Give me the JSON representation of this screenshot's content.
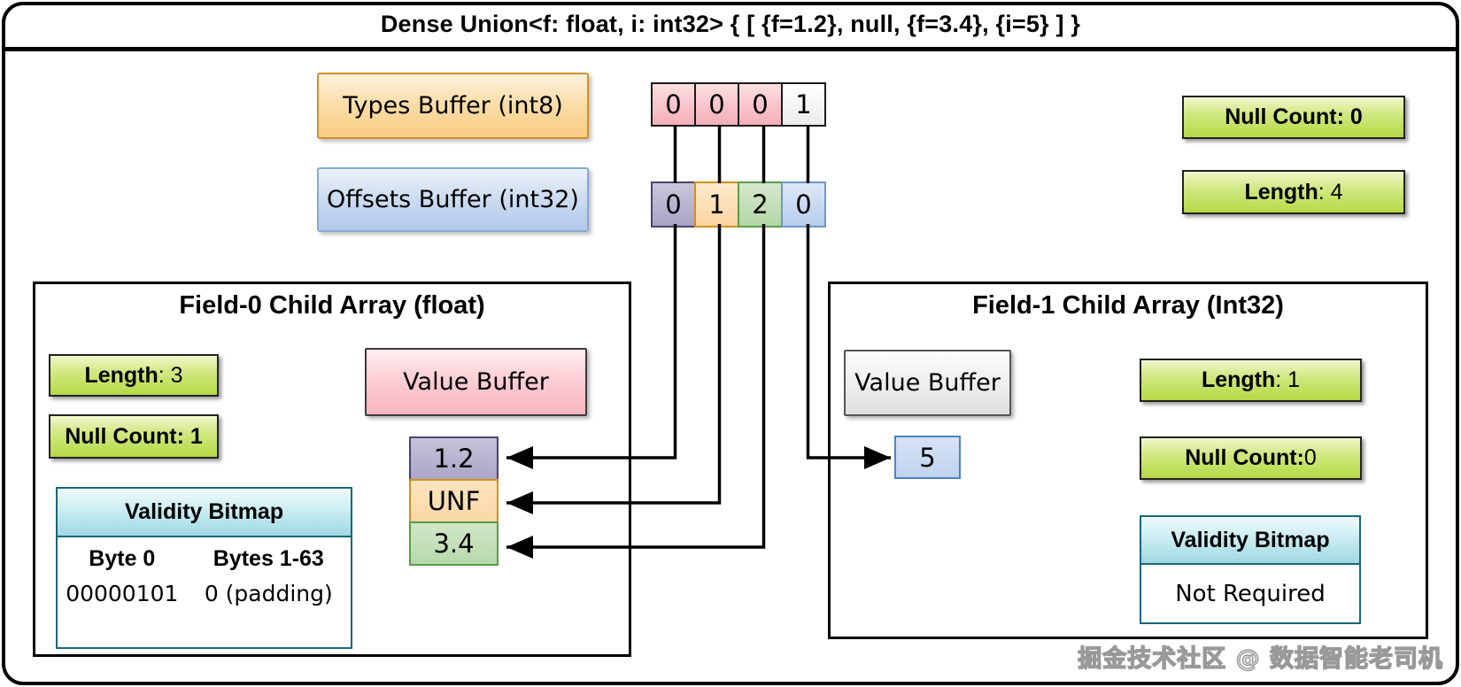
{
  "title": "Dense Union<f: float, i: int32> { [ {f=1.2}, null, {f=3.4}, {i=5} ] }",
  "types_buffer": {
    "label": "Types Buffer (int8)",
    "cells": [
      "0",
      "0",
      "0",
      "1"
    ]
  },
  "offsets_buffer": {
    "label": "Offsets Buffer (int32)",
    "cells": [
      "0",
      "1",
      "2",
      "0"
    ]
  },
  "union_badges": {
    "null_count": {
      "bold": "Null Count: 0",
      "rest": ""
    },
    "length": {
      "bold": "Length",
      "rest": ": 4"
    }
  },
  "field0": {
    "title": "Field-0 Child Array (float)",
    "length_badge": {
      "bold": "Length",
      "rest": ": 3"
    },
    "null_count_badge": {
      "bold": "Null Count: 1",
      "rest": ""
    },
    "value_buffer_label": "Value Buffer",
    "values": [
      "1.2",
      "UNF",
      "3.4"
    ],
    "validity_bitmap": {
      "title": "Validity Bitmap",
      "col1_header": "Byte 0",
      "col2_header": "Bytes 1-63",
      "col1_value": "00000101",
      "col2_value": "0 (padding)"
    }
  },
  "field1": {
    "title": "Field-1 Child Array (Int32)",
    "value_buffer_label": "Value Buffer",
    "values": [
      "5"
    ],
    "length_badge": {
      "bold": "Length",
      "rest": ": 1"
    },
    "null_count_badge": {
      "bold": "Null Count:",
      "rest": " 0"
    },
    "validity_bitmap": {
      "title": "Validity Bitmap",
      "body": "Not Required"
    }
  },
  "watermark": "掘金技术社区 @ 数据智能老司机",
  "palette": {
    "badge_green": "#b5d944",
    "types_orange": "#f9cc82",
    "offsets_blue": "#b0c9ea",
    "type_cell_pink": "#f5aeb8",
    "offset_purple": "#a9a4c6",
    "offset_orange": "#fbd49f",
    "offset_green": "#b3d6a6",
    "offset_blue": "#b5cdec",
    "value_buffer_pink": "#f9b4be",
    "value_buffer_gray": "#dedede",
    "int_value_blue": "#c0d3ef",
    "validity_teal": "#9fd8e2",
    "line_black": "#000000"
  }
}
